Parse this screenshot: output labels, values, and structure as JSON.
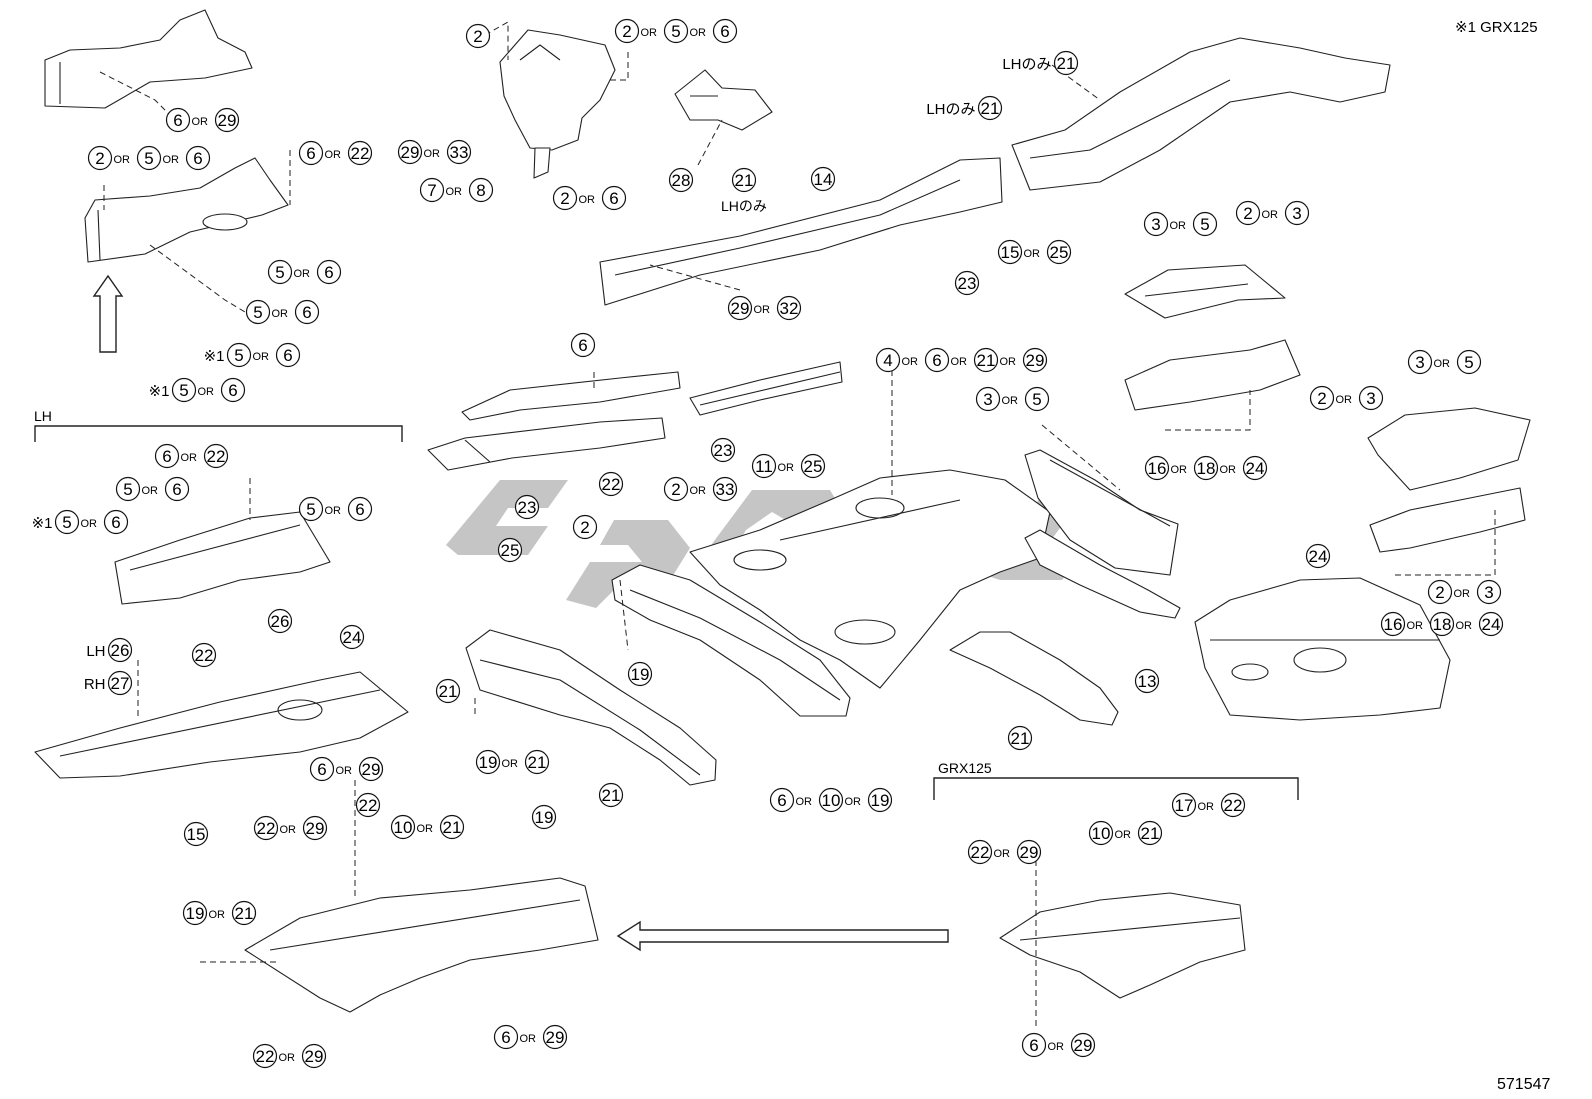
{
  "meta": {
    "variant_note": "※1 GRX125",
    "diagram_id": "571547",
    "watermark": "CSDC"
  },
  "sections": {
    "lh_title": "LH",
    "grx_title": "GRX125"
  },
  "notes": {
    "lh_only": "LHのみ",
    "lh": "LH",
    "rh": "RH",
    "or": "OR",
    "star": "※1"
  },
  "callouts": [
    {
      "parts": [
        "6",
        "29"
      ]
    },
    {
      "parts": [
        "2",
        "5",
        "6"
      ]
    },
    {
      "parts": [
        "6",
        "22"
      ]
    },
    {
      "parts": [
        "5",
        "6"
      ]
    },
    {
      "parts": [
        "5",
        "6"
      ]
    },
    {
      "prefix": "※1",
      "parts": [
        "5",
        "6"
      ]
    },
    {
      "prefix": "※1",
      "parts": [
        "5",
        "6"
      ]
    },
    {
      "parts": [
        "2"
      ]
    },
    {
      "parts": [
        "2",
        "5",
        "6"
      ]
    },
    {
      "parts": [
        "29",
        "33"
      ]
    },
    {
      "parts": [
        "7",
        "8"
      ]
    },
    {
      "parts": [
        "2",
        "6"
      ]
    },
    {
      "parts": [
        "28"
      ]
    },
    {
      "parts": [
        "21"
      ]
    },
    {
      "parts": [
        "14"
      ]
    },
    {
      "prefix": "LHのみ",
      "parts": [
        "21"
      ]
    },
    {
      "prefix": "LHのみ",
      "parts": [
        "21"
      ]
    },
    {
      "parts": [
        "29",
        "32"
      ]
    },
    {
      "parts": [
        "15",
        "25"
      ]
    },
    {
      "parts": [
        "2",
        "3"
      ]
    },
    {
      "parts": [
        "23"
      ]
    },
    {
      "parts": [
        "3",
        "5"
      ]
    },
    {
      "parts": [
        "6"
      ]
    },
    {
      "parts": [
        "23"
      ]
    },
    {
      "parts": [
        "22"
      ]
    },
    {
      "parts": [
        "23"
      ]
    },
    {
      "parts": [
        "25"
      ]
    },
    {
      "parts": [
        "4",
        "6",
        "21",
        "29"
      ]
    },
    {
      "parts": [
        "11",
        "25"
      ]
    },
    {
      "parts": [
        "2",
        "33"
      ]
    },
    {
      "parts": [
        "2"
      ]
    },
    {
      "parts": [
        "19"
      ]
    },
    {
      "parts": [
        "6",
        "10",
        "19"
      ]
    },
    {
      "parts": [
        "21"
      ]
    },
    {
      "parts": [
        "21"
      ]
    },
    {
      "parts": [
        "3",
        "5"
      ]
    },
    {
      "parts": [
        "13"
      ]
    },
    {
      "parts": [
        "21"
      ]
    },
    {
      "parts": [
        "16",
        "18",
        "24"
      ]
    },
    {
      "parts": [
        "2",
        "3"
      ]
    },
    {
      "parts": [
        "3",
        "5"
      ]
    },
    {
      "parts": [
        "2",
        "3"
      ]
    },
    {
      "parts": [
        "16",
        "18",
        "24"
      ]
    },
    {
      "parts": [
        "24"
      ]
    },
    {
      "parts": [
        "6",
        "22"
      ]
    },
    {
      "parts": [
        "5",
        "6"
      ]
    },
    {
      "prefix": "※1",
      "parts": [
        "5",
        "6"
      ]
    },
    {
      "parts": [
        "5",
        "6"
      ]
    },
    {
      "prefix": "LH",
      "parts": [
        "26"
      ]
    },
    {
      "prefix": "RH",
      "parts": [
        "27"
      ]
    },
    {
      "parts": [
        "22"
      ]
    },
    {
      "parts": [
        "26"
      ]
    },
    {
      "parts": [
        "24"
      ]
    },
    {
      "parts": [
        "15"
      ]
    },
    {
      "parts": [
        "6",
        "29"
      ]
    },
    {
      "parts": [
        "22"
      ]
    },
    {
      "parts": [
        "22",
        "29"
      ]
    },
    {
      "parts": [
        "10",
        "21"
      ]
    },
    {
      "parts": [
        "19",
        "21"
      ]
    },
    {
      "parts": [
        "19"
      ]
    },
    {
      "parts": [
        "19",
        "21"
      ]
    },
    {
      "parts": [
        "22",
        "29"
      ]
    },
    {
      "parts": [
        "6",
        "29"
      ]
    },
    {
      "parts": [
        "22",
        "29"
      ]
    },
    {
      "parts": [
        "10",
        "21"
      ]
    },
    {
      "parts": [
        "17",
        "22"
      ]
    },
    {
      "parts": [
        "6",
        "29"
      ]
    }
  ]
}
